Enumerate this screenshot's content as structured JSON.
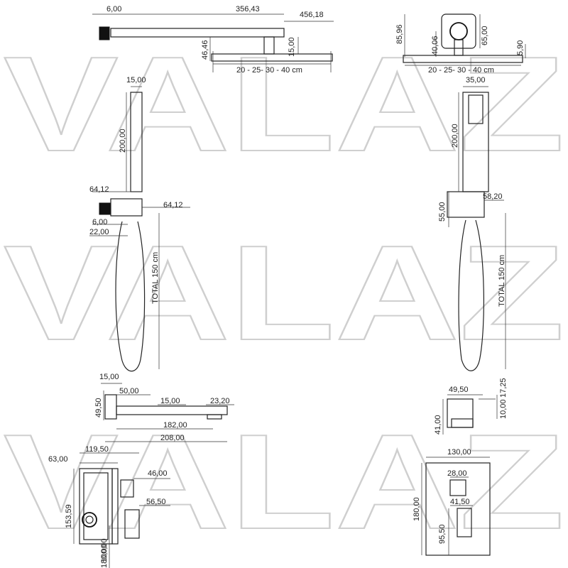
{
  "brand": {
    "watermark": "VALAZ"
  },
  "top_left": {
    "d_6_00": "6,00",
    "d_356_43": "356,43",
    "d_456_18": "456,18",
    "d_46_46": "46,46",
    "d_15_00": "15,00",
    "sizes": "20 - 25- 30 - 40 cm"
  },
  "top_right": {
    "d_85_96": "85,96",
    "d_40_06": "40,06",
    "d_65_00": "65,00",
    "d_5_90": "5,90",
    "sizes": "20 - 25- 30 - 40 cm"
  },
  "mid_left": {
    "d_15_00": "15,00",
    "d_200_00": "200,00",
    "d_64_12_a": "64,12",
    "d_64_12_b": "64,12",
    "d_6_00": "6,00",
    "d_22_00": "22,00",
    "total": "TOTAL 150 cm"
  },
  "mid_right": {
    "d_35_00": "35,00",
    "d_200_00": "200,00",
    "d_58_20": "58,20",
    "d_55_00": "55,00",
    "total": "TOTAL 150 cm"
  },
  "spout": {
    "d_15_00_a": "15,00",
    "d_49_50": "49,50",
    "d_50_00": "50,00",
    "d_15_00_b": "15,00",
    "d_23_20": "23,20",
    "d_182_00": "182,00",
    "d_208_00": "208,00"
  },
  "small_right": {
    "d_49_50": "49,50",
    "d_17_25": "17,25",
    "d_10_00": "10,00",
    "d_41_00": "41,00"
  },
  "valve_box": {
    "d_63_00": "63,00",
    "d_119_50": "119,50",
    "d_46_00": "46,00",
    "d_153_59": "153,59",
    "d_56_50": "56,50",
    "d_100_00": "100,00",
    "d_180_00": "180,00"
  },
  "plate": {
    "d_130_00": "130,00",
    "d_28_00": "28,00",
    "d_180_00": "180,00",
    "d_41_50": "41,50",
    "d_95_50": "95,50"
  }
}
